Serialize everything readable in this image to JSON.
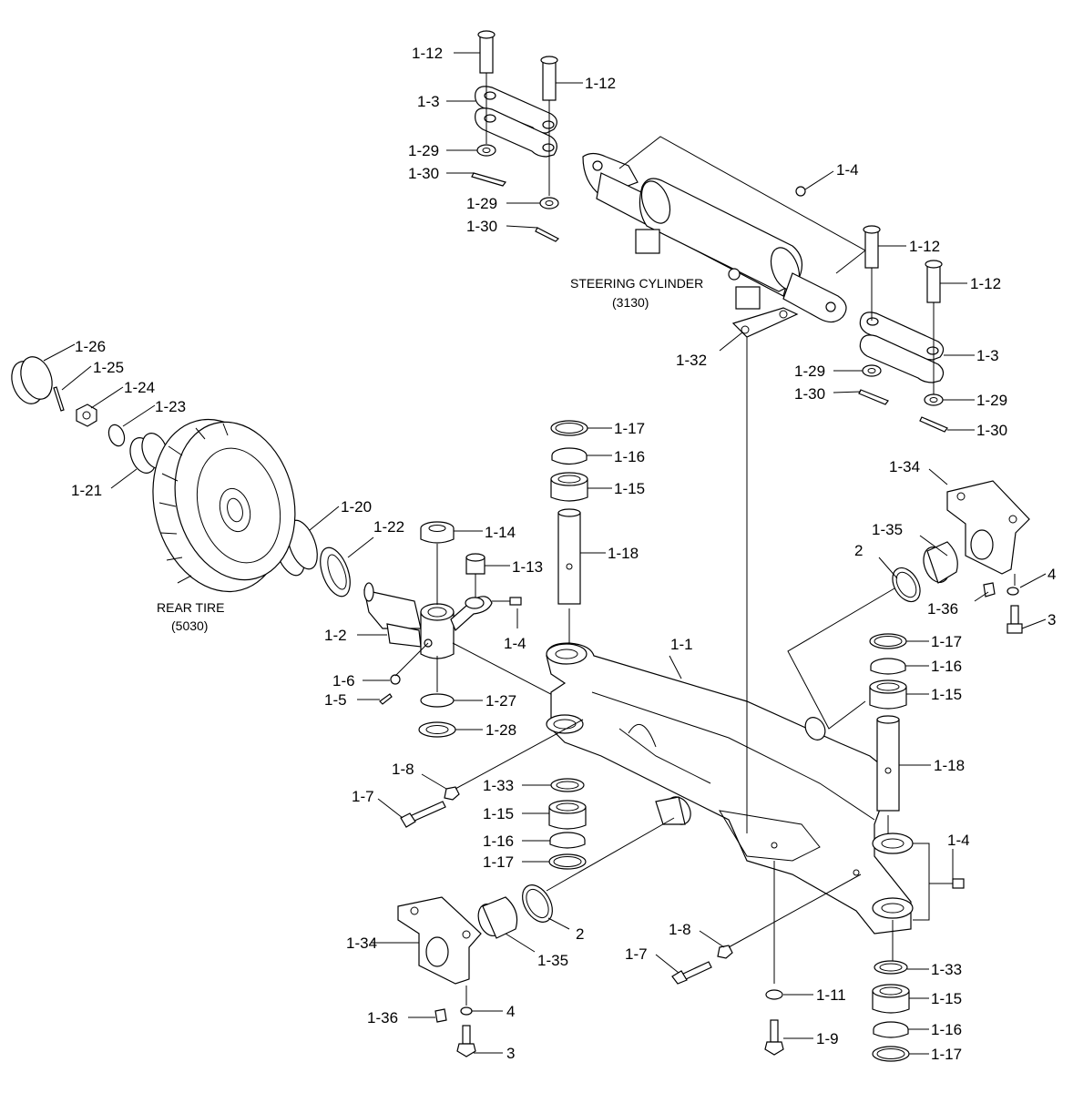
{
  "captions": {
    "steering_cylinder": "STEERING CYLINDER",
    "steering_cylinder_code": "(3130)",
    "rear_tire": "REAR TIRE",
    "rear_tire_code": "(5030)"
  },
  "labels": {
    "p1_12a": "1-12",
    "p1_12b": "1-12",
    "p1_12c": "1-12",
    "p1_12d": "1-12",
    "p1_3a": "1-3",
    "p1_3b": "1-3",
    "p1_29a": "1-29",
    "p1_29b": "1-29",
    "p1_29c": "1-29",
    "p1_29d": "1-29",
    "p1_30a": "1-30",
    "p1_30b": "1-30",
    "p1_30c": "1-30",
    "p1_30d": "1-30",
    "p1_4a": "1-4",
    "p1_4b": "1-4",
    "p1_4c": "1-4",
    "p1_32": "1-32",
    "p1_26": "1-26",
    "p1_25": "1-25",
    "p1_24": "1-24",
    "p1_23": "1-23",
    "p1_21": "1-21",
    "p1_20": "1-20",
    "p1_22": "1-22",
    "p1_14": "1-14",
    "p1_13": "1-13",
    "p1_17a": "1-17",
    "p1_17b": "1-17",
    "p1_17c": "1-17",
    "p1_17d": "1-17",
    "p1_16a": "1-16",
    "p1_16b": "1-16",
    "p1_16c": "1-16",
    "p1_16d": "1-16",
    "p1_15a": "1-15",
    "p1_15b": "1-15",
    "p1_15c": "1-15",
    "p1_15d": "1-15",
    "p1_18a": "1-18",
    "p1_18b": "1-18",
    "p1_34a": "1-34",
    "p1_34b": "1-34",
    "p1_35a": "1-35",
    "p1_35b": "1-35",
    "p2a": "2",
    "p2b": "2",
    "p4a": "4",
    "p4b": "4",
    "p3a": "3",
    "p3b": "3",
    "p1_36a": "1-36",
    "p1_36b": "1-36",
    "p1_2": "1-2",
    "p1_1": "1-1",
    "p1_6": "1-6",
    "p1_5": "1-5",
    "p1_27": "1-27",
    "p1_28": "1-28",
    "p1_8a": "1-8",
    "p1_8b": "1-8",
    "p1_7a": "1-7",
    "p1_7b": "1-7",
    "p1_33a": "1-33",
    "p1_33b": "1-33",
    "p1_11": "1-11",
    "p1_9": "1-9"
  }
}
